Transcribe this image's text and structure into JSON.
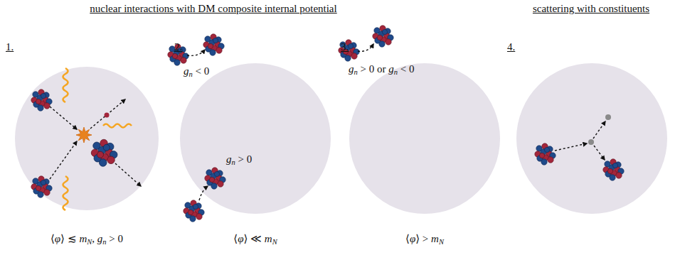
{
  "diagram": {
    "labels": [
      "nuclear interactions with DM composite internal potential",
      "scattering with constituents",
      "1.",
      "2.",
      "3.",
      "4.",
      "gn < 0",
      "gn > 0",
      "gn > 0 or gn < 0",
      "⟨φ⟩ ≲ mN, gn > 0",
      "⟨φ⟩ ≪ mN",
      "⟨φ⟩ > mN"
    ]
  }
}
